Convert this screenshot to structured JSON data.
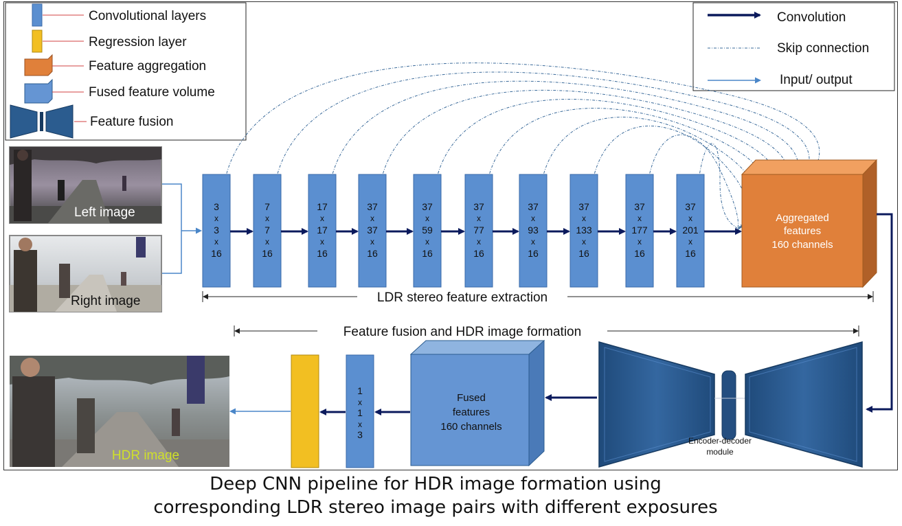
{
  "legend_shapes": {
    "items": [
      {
        "label": "Convolutional layers"
      },
      {
        "label": "Regression layer"
      },
      {
        "label": "Feature aggregation"
      },
      {
        "label": "Fused feature volume"
      },
      {
        "label": "Feature fusion"
      }
    ]
  },
  "legend_arrows": {
    "items": [
      {
        "label": "Convolution"
      },
      {
        "label": "Skip connection"
      },
      {
        "label": "Input/ output"
      }
    ]
  },
  "inputs": {
    "left_label": "Left image",
    "right_label": "Right image"
  },
  "conv_layers": [
    [
      "3",
      "x",
      "3",
      "x",
      "16"
    ],
    [
      "7",
      "x",
      "7",
      "x",
      "16"
    ],
    [
      "17",
      "x",
      "17",
      "x",
      "16"
    ],
    [
      "37",
      "x",
      "37",
      "x",
      "16"
    ],
    [
      "37",
      "x",
      "59",
      "x",
      "16"
    ],
    [
      "37",
      "x",
      "77",
      "x",
      "16"
    ],
    [
      "37",
      "x",
      "93",
      "x",
      "16"
    ],
    [
      "37",
      "x",
      "133",
      "x",
      "16"
    ],
    [
      "37",
      "x",
      "177",
      "x",
      "16"
    ],
    [
      "37",
      "x",
      "201",
      "x",
      "16"
    ]
  ],
  "aggregated": {
    "line1": "Aggregated",
    "line2": "features",
    "line3": "160 channels"
  },
  "stage1_label": "LDR stereo feature extraction",
  "stage2_label": "Feature fusion and HDR image formation",
  "encoder": {
    "line1": "Encoder-decoder",
    "line2": "module"
  },
  "fused": {
    "line1": "Fused",
    "line2": "features",
    "line3": "160 channels"
  },
  "final_conv": [
    "1",
    "x",
    "1",
    "x",
    "3"
  ],
  "output": {
    "label": "HDR image"
  },
  "caption": {
    "line1": "Deep CNN pipeline for HDR image formation using",
    "line2": "corresponding LDR stereo image pairs with different exposures"
  },
  "colors": {
    "conv": "#5b8fd0",
    "regression": "#f2bf22",
    "aggregation": "#e0803a",
    "fused": "#6595d3",
    "encoder": "#2b5c8f",
    "arrow": "#0b1a5c",
    "io": "#4a86c8"
  }
}
